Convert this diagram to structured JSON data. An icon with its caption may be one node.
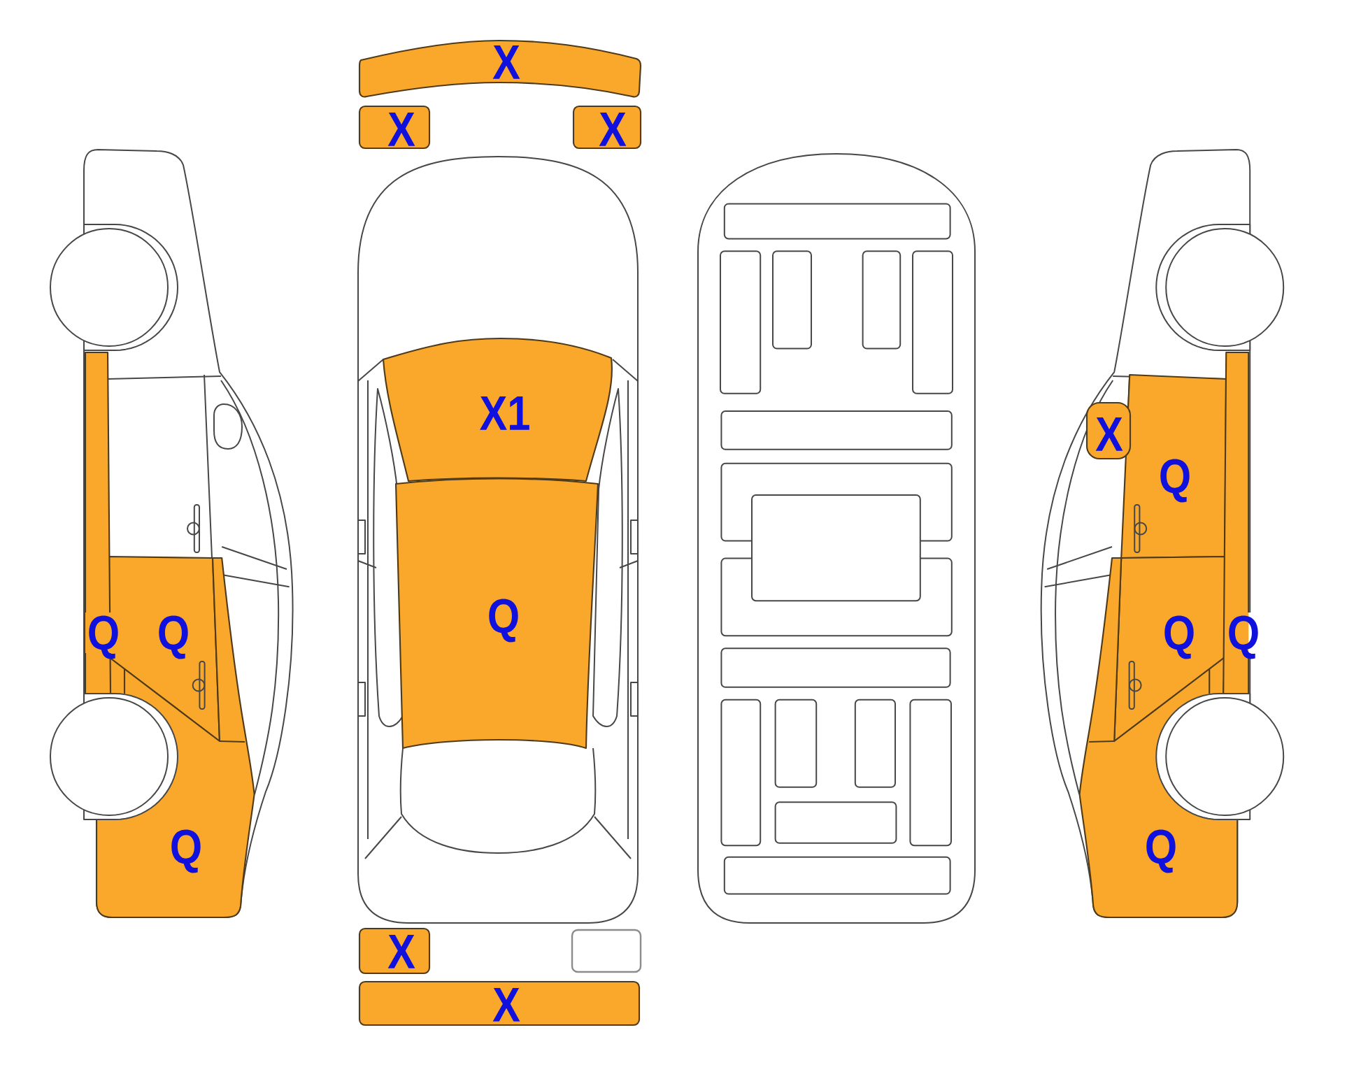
{
  "diagram": {
    "nodes": [
      {
        "text": [
          "X"
        ]
      },
      {
        "text": [
          "X"
        ]
      },
      {
        "text": [
          "X"
        ]
      },
      {
        "text": [
          "Q"
        ]
      },
      {
        "text": [
          "Q"
        ]
      },
      {
        "text": [
          "Q"
        ]
      },
      {
        "text": [
          "X1"
        ]
      },
      {
        "text": [
          "Q"
        ]
      },
      {
        "text": [
          "X"
        ]
      },
      {
        "text": [
          "Q"
        ]
      },
      {
        "text": [
          "Q"
        ]
      },
      {
        "text": [
          "Q"
        ]
      },
      {
        "text": [
          "Q"
        ]
      },
      {
        "text": [
          "X"
        ]
      },
      {
        "text": [],
        "shape": "box"
      },
      {
        "text": [
          "X"
        ]
      }
    ]
  }
}
